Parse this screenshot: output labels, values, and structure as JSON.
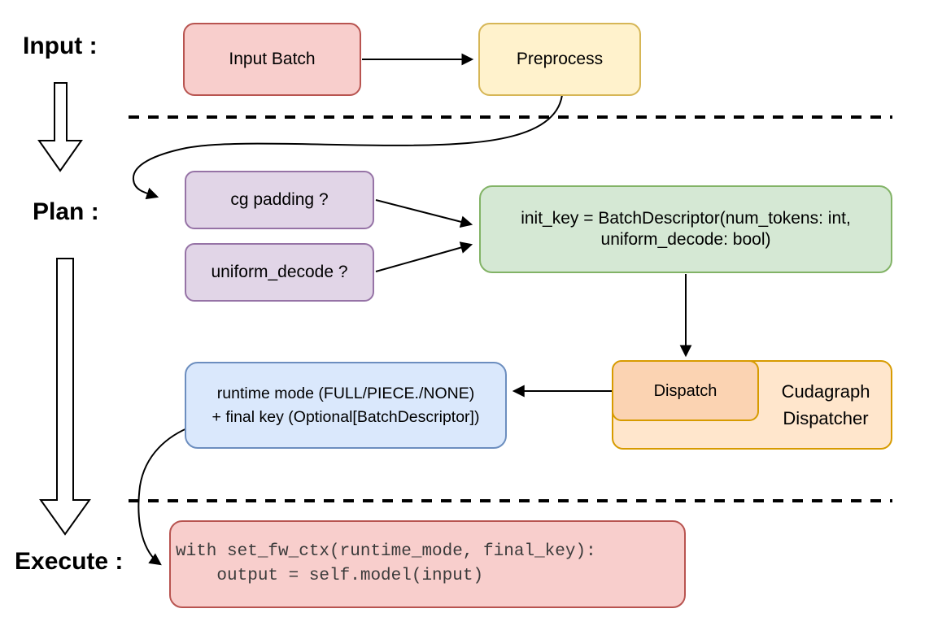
{
  "labels": {
    "input": "Input :",
    "plan": "Plan :",
    "execute": "Execute :"
  },
  "nodes": {
    "input_batch": "Input Batch",
    "preprocess": "Preprocess",
    "cg_padding": "cg padding ?",
    "uniform_decode": "uniform_decode ?",
    "init_key_line1": "init_key = BatchDescriptor(num_tokens: int,",
    "init_key_line2": "uniform_decode: bool)",
    "dispatch": "Dispatch",
    "dispatcher_line1": "Cudagraph",
    "dispatcher_line2": "Dispatcher",
    "runtime_line1": "runtime mode (FULL/PIECE./NONE)",
    "runtime_line2": "+ final key (Optional[BatchDescriptor])",
    "code_line1": "with set_fw_ctx(runtime_mode, final_key):",
    "code_line2": "    output = self.model(input)"
  },
  "colors": {
    "red_fill": "#f8cecc",
    "red_stroke": "#b85450",
    "yellow_fill": "#fff2cc",
    "yellow_stroke": "#d6b656",
    "purple_fill": "#e1d5e7",
    "purple_stroke": "#9673a6",
    "green_fill": "#d5e8d4",
    "green_stroke": "#82b366",
    "orange_fill": "#ffe6cc",
    "orange_stroke": "#d79b00",
    "orange_inner_fill": "#fbd3b2",
    "blue_fill": "#dae8fc",
    "blue_stroke": "#6c8ebf",
    "connector": "#000000",
    "code_text": "#3b3b3b"
  }
}
